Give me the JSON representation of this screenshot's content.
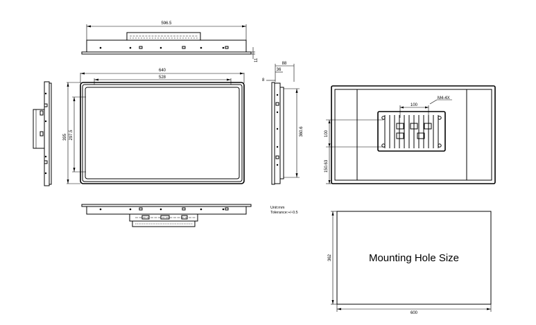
{
  "dimensions": {
    "top_width": "596.5",
    "top_height": "11",
    "front_width": "640",
    "front_inner_width": "528",
    "front_height": "395",
    "front_inner_height": "297.5",
    "side_depth_total": "88",
    "side_depth_mid": "36",
    "side_bezel": "8",
    "side_height": "360.6",
    "vesa_width": "100",
    "vesa_height": "100",
    "vesa_offset": "150.63",
    "vesa_screw": "M4-4X",
    "cutout_width": "600",
    "cutout_height": "362"
  },
  "notes": {
    "unit": "Unit:mm",
    "tolerance": "Tolerance:+/-0.5"
  },
  "cutout": {
    "label": "Mounting Hole Size"
  }
}
